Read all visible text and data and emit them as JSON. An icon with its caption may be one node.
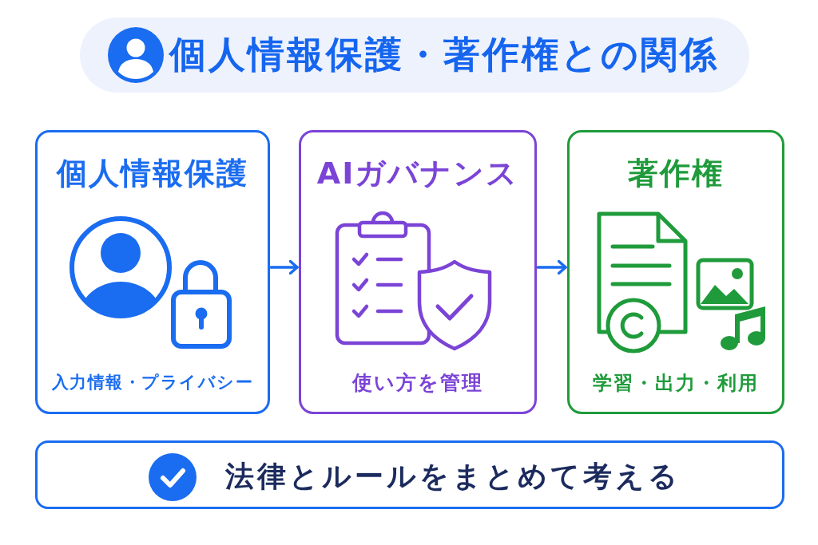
{
  "diagram": {
    "title": "個人情報保護・著作権との関係",
    "nodes": [
      {
        "text": [
          "個人情報保護",
          "入力情報・プライバシー"
        ]
      },
      {
        "text": [
          "AIガバナンス",
          "使い方を管理"
        ]
      },
      {
        "text": [
          "著作権",
          "学習・出力・利用"
        ]
      },
      {
        "text": [
          "法律とルールをまとめて考える"
        ]
      }
    ],
    "edges": [
      {
        "from": 0,
        "to": 1,
        "arrow": "to"
      },
      {
        "from": 1,
        "to": 2,
        "arrow": "to"
      }
    ]
  }
}
